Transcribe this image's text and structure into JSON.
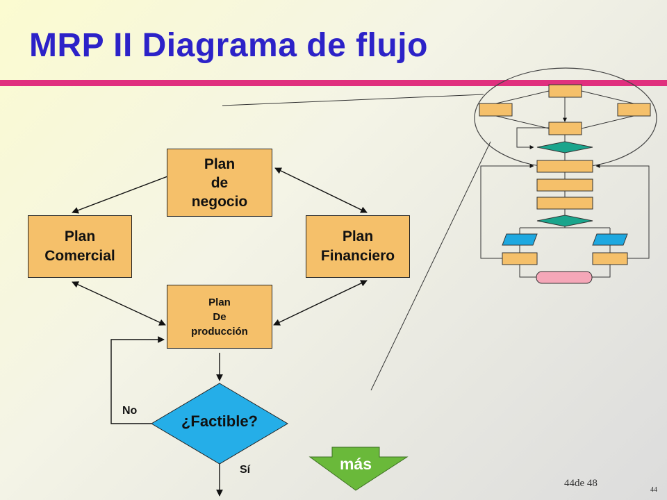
{
  "title": "MRP II Diagrama de flujo",
  "nodes": {
    "negocio": "Plan\nde\nnegocio",
    "comercial": "Plan\nComercial",
    "financiero": "Plan\nFinanciero",
    "produccion": "Plan\nDe\nproducción",
    "decision": "¿Factible?"
  },
  "edge_labels": {
    "no": "No",
    "si": "Sí"
  },
  "next_button": "más",
  "footer": {
    "counter": "44de 48",
    "page": "44"
  },
  "colors": {
    "title": "#2c22c8",
    "rule": "#e0307e",
    "box": "#f5c06a",
    "diamond": "#25aee8",
    "next_button": "#6ab93a",
    "thumb_diamond": "#1aa58c",
    "thumb_parallelogram": "#1ea8e0",
    "thumb_terminal": "#f5a7b8"
  }
}
